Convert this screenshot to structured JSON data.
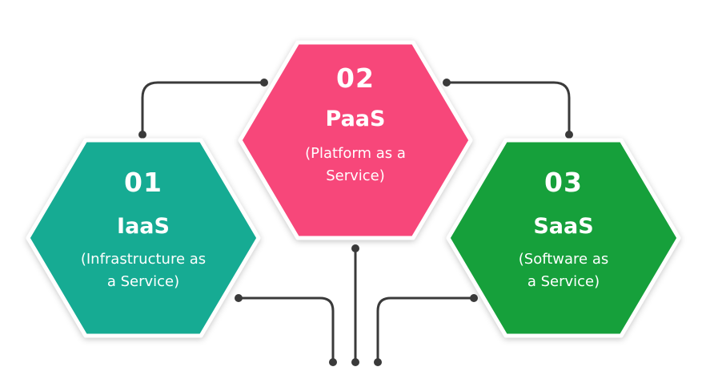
{
  "colors": {
    "iaas": "#17ab93",
    "paas": "#f7477a",
    "saas": "#16a03a",
    "connector": "#3a3a3a"
  },
  "hexagons": [
    {
      "key": "iaas",
      "number": "01",
      "abbr": "IaaS",
      "desc_line1": "(Infrastructure as",
      "desc_line2": "a Service)"
    },
    {
      "key": "paas",
      "number": "02",
      "abbr": "PaaS",
      "desc_line1": "(Platform as a",
      "desc_line2": "Service)"
    },
    {
      "key": "saas",
      "number": "03",
      "abbr": "SaaS",
      "desc_line1": "(Software as",
      "desc_line2": "a Service)"
    }
  ]
}
